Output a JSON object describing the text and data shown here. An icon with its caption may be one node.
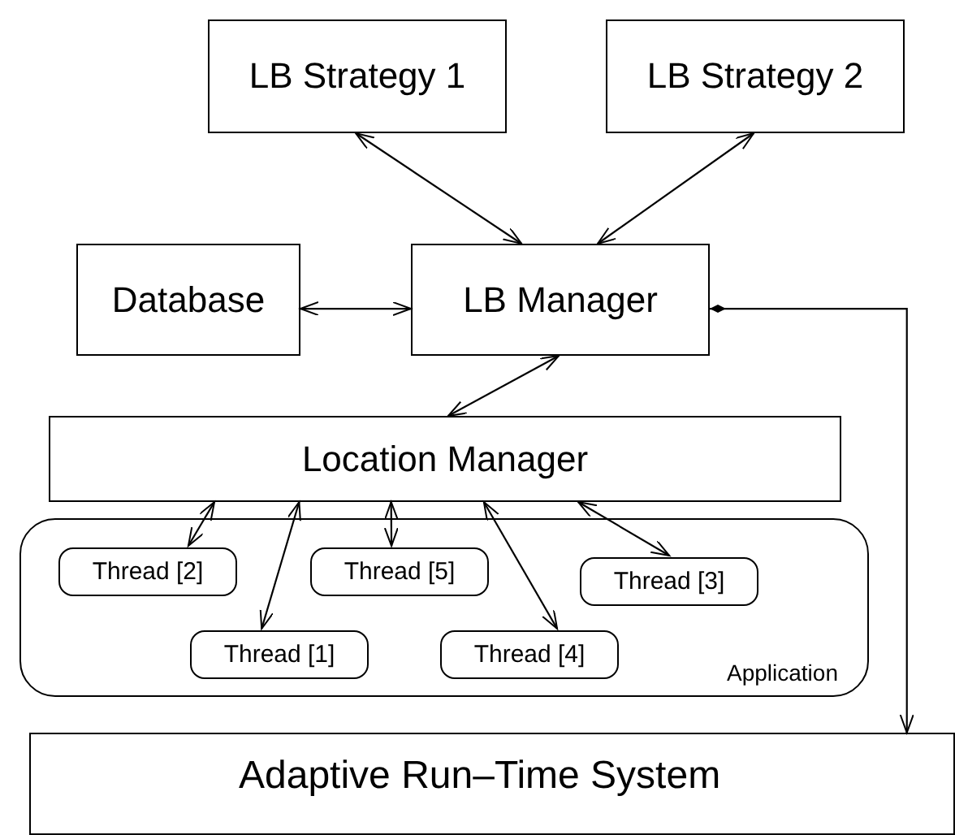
{
  "diagram": {
    "nodes": [
      {
        "text": [
          "LB Strategy 1"
        ]
      },
      {
        "text": [
          "LB Strategy 2"
        ]
      },
      {
        "text": [
          "Database"
        ]
      },
      {
        "text": [
          "LB Manager"
        ]
      },
      {
        "text": [
          "Location Manager"
        ]
      },
      {
        "text": [
          "Application"
        ]
      },
      {
        "text": [
          "Thread [2]"
        ],
        "in": 5
      },
      {
        "text": [
          "Thread [5]"
        ],
        "in": 5
      },
      {
        "text": [
          "Thread [3]"
        ],
        "in": 5
      },
      {
        "text": [
          "Thread [1]"
        ],
        "in": 5
      },
      {
        "text": [
          "Thread [4]"
        ],
        "in": 5
      },
      {
        "text": [
          "Adaptive Run–Time System"
        ]
      }
    ],
    "edges": [
      {
        "from": 0,
        "to": 3,
        "arrow": "both"
      },
      {
        "from": 1,
        "to": 3,
        "arrow": "both"
      },
      {
        "from": 2,
        "to": 3,
        "arrow": "both"
      },
      {
        "from": 3,
        "to": 4,
        "arrow": "both"
      },
      {
        "from": 4,
        "to": 6,
        "arrow": "both"
      },
      {
        "from": 4,
        "to": 9,
        "arrow": "both"
      },
      {
        "from": 4,
        "to": 7,
        "arrow": "both"
      },
      {
        "from": 4,
        "to": 10,
        "arrow": "both"
      },
      {
        "from": 4,
        "to": 8,
        "arrow": "both"
      },
      {
        "from": 3,
        "to": 11,
        "arrow": "to"
      }
    ]
  }
}
